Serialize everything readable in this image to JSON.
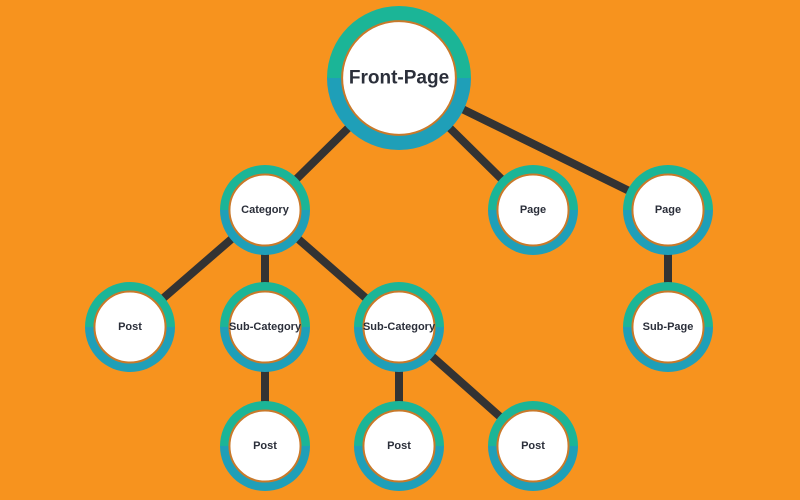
{
  "colors": {
    "background": "#f7931e",
    "ring_top": "#1bb597",
    "ring_bottom": "#1f9fb8",
    "edge_line": "#333333",
    "node_fill": "#ffffff",
    "text": "#2b2f3a"
  },
  "nodes": [
    {
      "id": "front-page",
      "label": "Front-Page",
      "size": "large"
    },
    {
      "id": "category",
      "label": "Category"
    },
    {
      "id": "page-1",
      "label": "Page"
    },
    {
      "id": "page-2",
      "label": "Page"
    },
    {
      "id": "post-1",
      "label": "Post"
    },
    {
      "id": "sub-category-1",
      "label": "Sub-Category"
    },
    {
      "id": "sub-category-2",
      "label": "Sub-Category"
    },
    {
      "id": "sub-page",
      "label": "Sub-Page"
    },
    {
      "id": "post-2",
      "label": "Post"
    },
    {
      "id": "post-3",
      "label": "Post"
    },
    {
      "id": "post-4",
      "label": "Post"
    }
  ],
  "edges": [
    {
      "from": "front-page",
      "to": "category"
    },
    {
      "from": "front-page",
      "to": "page-1"
    },
    {
      "from": "front-page",
      "to": "page-2"
    },
    {
      "from": "category",
      "to": "post-1"
    },
    {
      "from": "category",
      "to": "sub-category-1"
    },
    {
      "from": "category",
      "to": "sub-category-2"
    },
    {
      "from": "page-2",
      "to": "sub-page"
    },
    {
      "from": "sub-category-1",
      "to": "post-2"
    },
    {
      "from": "sub-category-2",
      "to": "post-3"
    },
    {
      "from": "sub-category-2",
      "to": "post-4"
    }
  ]
}
